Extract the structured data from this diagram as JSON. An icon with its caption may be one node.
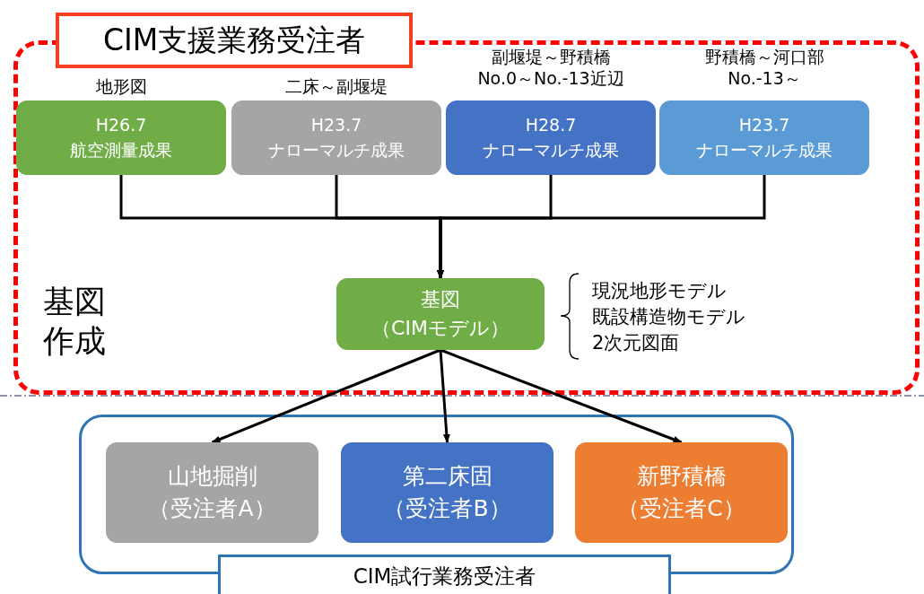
{
  "diagram": {
    "nodes": [
      {
        "text": [
          "CIM支援業務受注者",
          "基図作成"
        ]
      },
      {
        "text": [
          "H26.7",
          "航空測量成果"
        ],
        "beside": [
          "地形図"
        ],
        "in": 0
      },
      {
        "text": [
          "H23.7",
          "ナローマルチ成果"
        ],
        "beside": [
          "二床～副堰堤"
        ],
        "in": 0
      },
      {
        "text": [
          "H28.7",
          "ナローマルチ成果"
        ],
        "beside": [
          "副堰堤～野積橋 No.0～No.-13近辺"
        ],
        "in": 0
      },
      {
        "text": [
          "H23.7",
          "ナローマルチ成果"
        ],
        "beside": [
          "野積橋～河口部 No.-13～"
        ],
        "in": 0
      },
      {
        "text": [
          "基図",
          "（CIMモデル）"
        ],
        "beside": [
          "現況地形モデル",
          "既設構造物モデル",
          "2次元図面"
        ],
        "in": 0
      },
      {
        "text": [
          "CIM試行業務受注者"
        ]
      },
      {
        "text": [
          "山地掘削",
          "（受注者A）"
        ],
        "in": 6
      },
      {
        "text": [
          "第二床固",
          "（受注者B）"
        ],
        "in": 6
      },
      {
        "text": [
          "新野積橋",
          "（受注者C）"
        ],
        "in": 6
      }
    ],
    "edges": [
      {
        "from": 1,
        "to": 5,
        "arrow": "to"
      },
      {
        "from": 2,
        "to": 5,
        "arrow": "to"
      },
      {
        "from": 3,
        "to": 5,
        "arrow": "to"
      },
      {
        "from": 4,
        "to": 5,
        "arrow": "to"
      },
      {
        "from": 5,
        "to": 7,
        "arrow": "to"
      },
      {
        "from": 5,
        "to": 8,
        "arrow": "to"
      },
      {
        "from": 5,
        "to": 9,
        "arrow": "to"
      }
    ]
  }
}
